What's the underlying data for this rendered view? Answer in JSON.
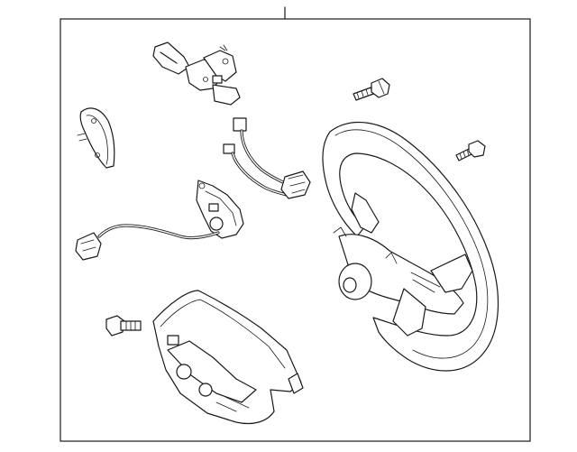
{
  "diagram": {
    "type": "exploded-parts-diagram",
    "subject": "steering-wheel-assembly",
    "line_color": "#1a1a1a",
    "background": "#ffffff",
    "parts": [
      {
        "name": "switch-lever-module"
      },
      {
        "name": "left-trim-cover"
      },
      {
        "name": "wire-harness-connector"
      },
      {
        "name": "mounting-bolt-upper"
      },
      {
        "name": "mounting-bolt-right"
      },
      {
        "name": "clock-spring-switch"
      },
      {
        "name": "steering-wheel"
      },
      {
        "name": "mounting-bolt-lower"
      },
      {
        "name": "airbag-module"
      }
    ]
  }
}
